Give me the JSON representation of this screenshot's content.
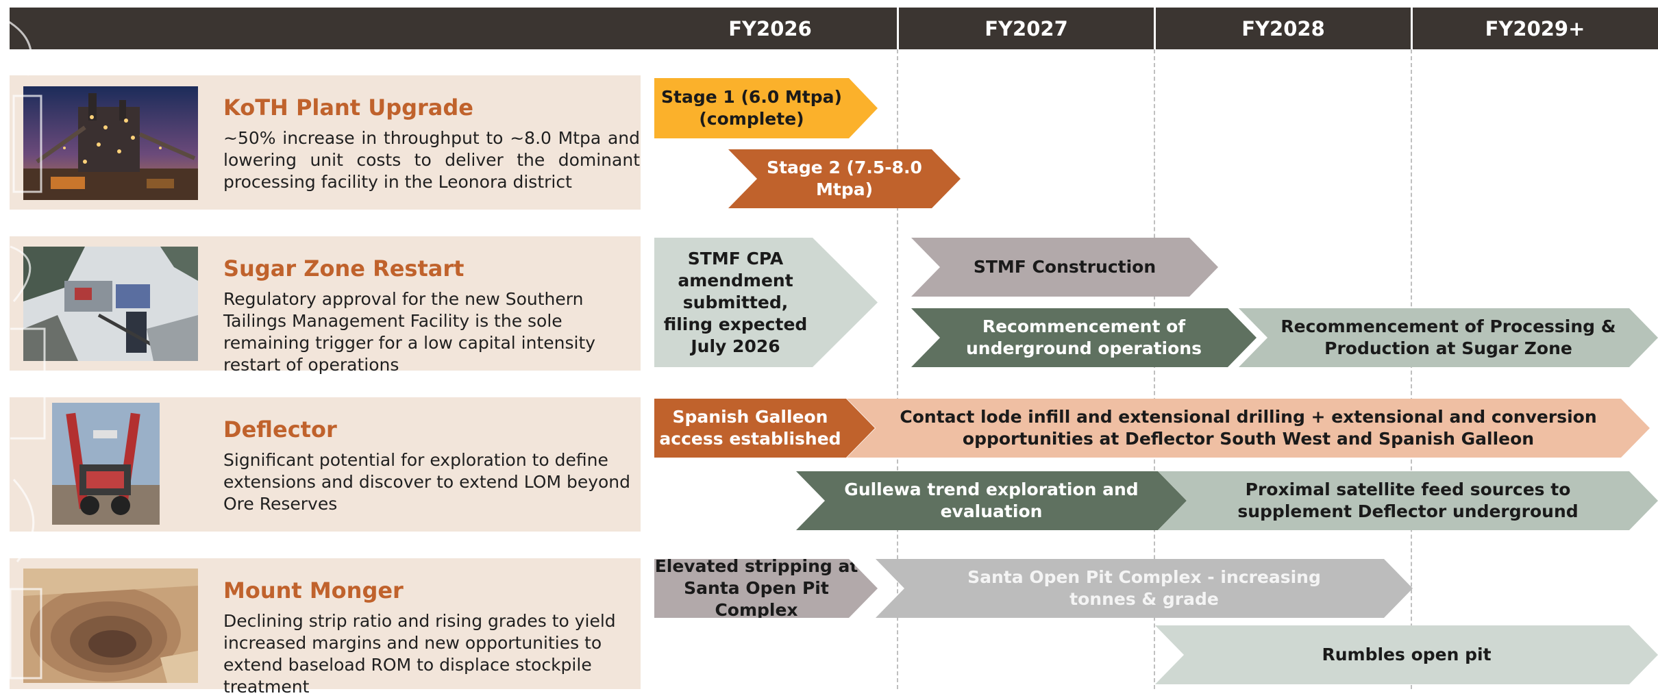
{
  "years": [
    "FY2026",
    "FY2027",
    "FY2028",
    "FY2029+"
  ],
  "projects": [
    {
      "title": "KoTH Plant Upgrade",
      "description": "~50% increase in throughput to ~8.0 Mtpa and lowering unit costs to deliver the dominant processing facility in the Leonora district",
      "image": "processing-plant-night-photo"
    },
    {
      "title": "Sugar Zone Restart",
      "description": "Regulatory approval for the new Southern Tailings Management Facility is the sole remaining trigger for a low capital intensity restart of operations",
      "image": "snowy-mine-site-aerial-photo"
    },
    {
      "title": "Deflector",
      "description": "Significant potential for exploration to define extensions and discover to extend LOM beyond Ore Reserves",
      "image": "drilling-rig-photo"
    },
    {
      "title": "Mount Monger",
      "description": "Declining strip ratio and rising grades to yield increased margins and new opportunities to extend baseload ROM to displace stockpile treatment",
      "image": "open-pit-aerial-photo"
    }
  ],
  "milestones": {
    "koth_stage1": "Stage 1 (6.0 Mtpa) (complete)",
    "koth_stage2": "Stage 2 (7.5-8.0 Mtpa)",
    "sugar_stmf_cpa": "STMF CPA amendment submitted, filing expected July 2026",
    "sugar_stmf_construction": "STMF Construction",
    "sugar_underground": "Recommencement of underground operations",
    "sugar_processing": "Recommencement of Processing & Production at Sugar Zone",
    "deflector_galleon": "Spanish Galleon access  established",
    "deflector_contact_lode": "Contact lode infill and extensional drilling + extensional and conversion opportunities at Deflector South West and Spanish Galleon",
    "deflector_gullewa": "Gullewa trend exploration and evaluation",
    "deflector_satellite": "Proximal satellite feed sources to supplement Deflector underground",
    "monger_stripping": "Elevated stripping at Santa Open Pit Complex",
    "monger_santa": "Santa Open Pit Complex -  increasing tonnes & grade",
    "monger_rumbles": "Rumbles open pit"
  },
  "colors": {
    "header": "#3b3531",
    "panel": "#f2e5da",
    "title": "#c0622c",
    "yellow": "#fbb12b",
    "orange": "#c0622c",
    "dark_green": "#5f7160",
    "light_sage": "#b6c3b9",
    "pale_sage": "#cfd8d2",
    "mauve": "#b2a9aa",
    "peach": "#efbfa3",
    "gray": "#bcbcbc"
  }
}
